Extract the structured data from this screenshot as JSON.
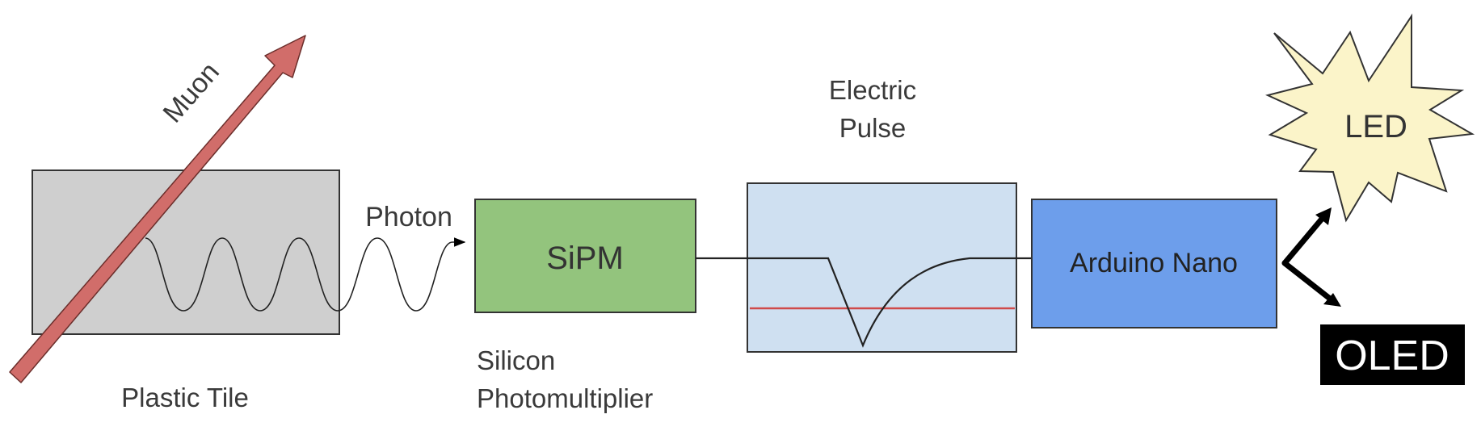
{
  "labels": {
    "muon": "Muon",
    "photon": "Photon",
    "plastic_tile": "Plastic Tile",
    "sipm": "SiPM",
    "sipm_full_line1": "Silicon",
    "sipm_full_line2": "Photomultiplier",
    "pulse_line1": "Electric",
    "pulse_line2": "Pulse",
    "arduino": "Arduino Nano",
    "led": "LED",
    "oled": "OLED"
  },
  "colors": {
    "tile_fill": "#cfcfcf",
    "muon_arrow": "#d16d6a",
    "sipm_fill": "#93c47d",
    "pulse_panel": "#cfe0f1",
    "threshold_line": "#d04a4a",
    "arduino_fill": "#6d9eeb",
    "led_star": "#fbf4c9",
    "oled_bg": "#000000"
  }
}
